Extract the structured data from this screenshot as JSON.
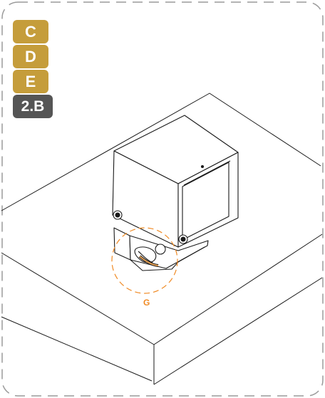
{
  "badges": [
    {
      "label": "C",
      "style": "gold"
    },
    {
      "label": "D",
      "style": "gold"
    },
    {
      "label": "E",
      "style": "gold"
    },
    {
      "label": "2.B",
      "style": "dark"
    }
  ],
  "callout": {
    "label": "G",
    "color": "#f08a24"
  },
  "colors": {
    "badge_gold": "#c59d3b",
    "badge_dark": "#555555",
    "frame_dash": "#9a9a9a",
    "line_art": "#1a1a1a"
  }
}
